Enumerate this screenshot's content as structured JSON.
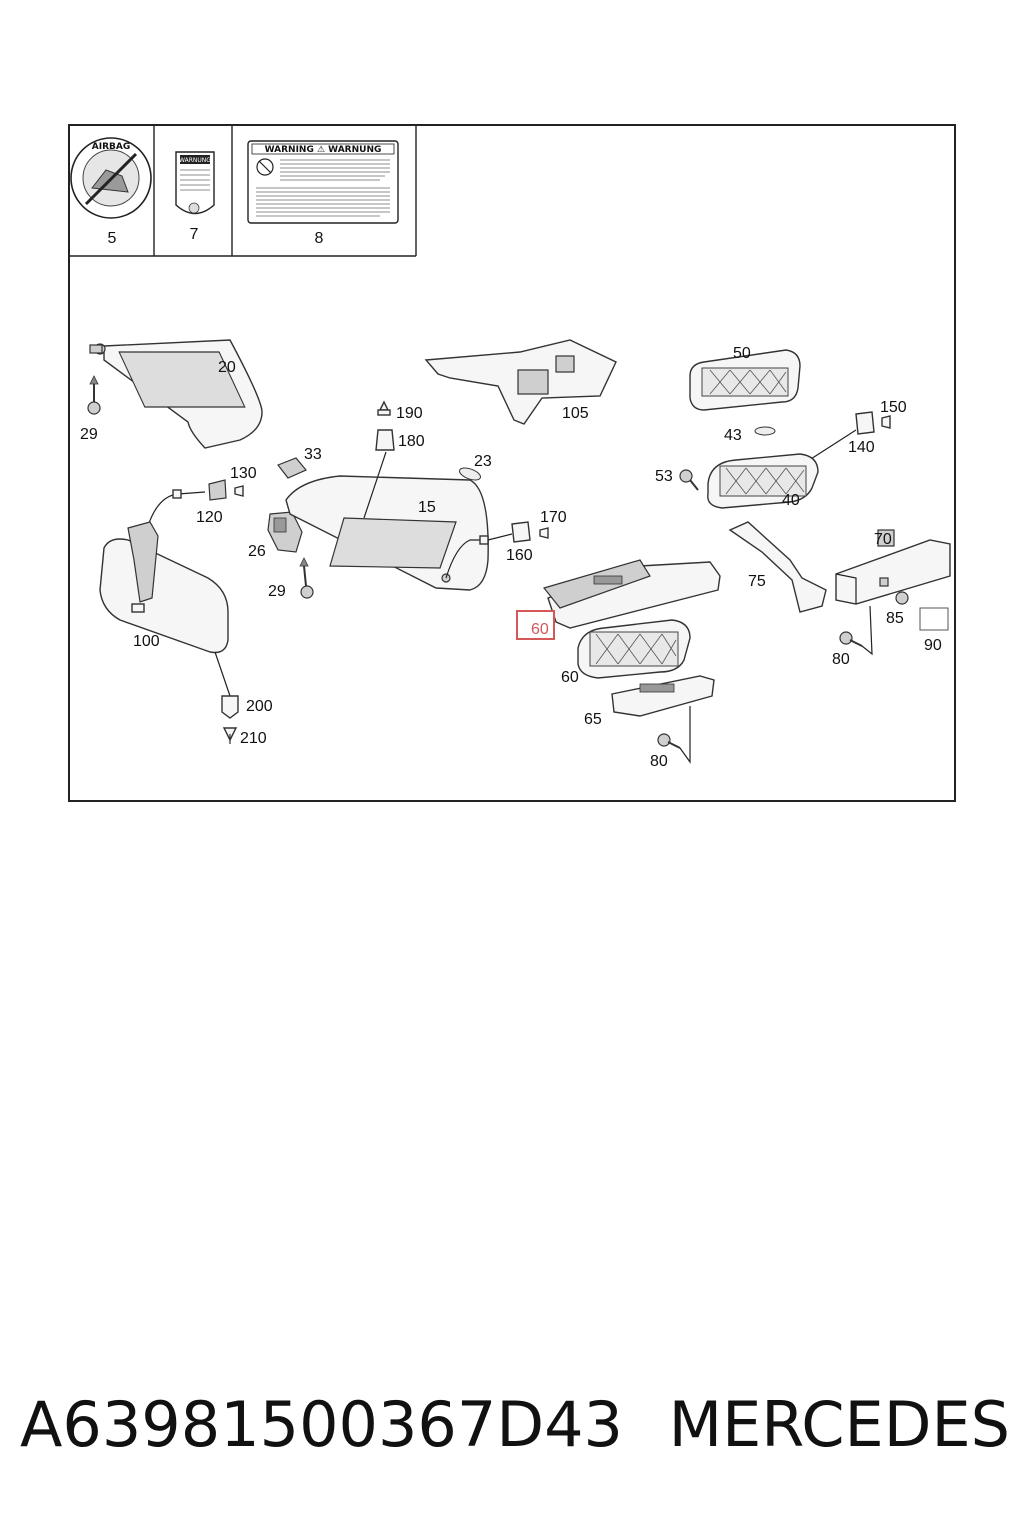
{
  "legend": {
    "cells": [
      {
        "id": "5",
        "label": "5",
        "icon": "airbag-sticker-icon",
        "text": "AIRBAG"
      },
      {
        "id": "7",
        "label": "7",
        "icon": "warning-small-sticker-icon",
        "text": "WARNUNG"
      },
      {
        "id": "8",
        "label": "8",
        "icon": "warning-large-sticker-icon",
        "text": "WARNING ⚠ WARNUNG"
      }
    ]
  },
  "callouts": {
    "c20": "20",
    "c29a": "29",
    "c33": "33",
    "c130": "130",
    "c120": "120",
    "c26": "26",
    "c29b": "29",
    "c100": "100",
    "c200": "200",
    "c210": "210",
    "c190": "190",
    "c180": "180",
    "c15": "15",
    "c23": "23",
    "c105": "105",
    "c170": "170",
    "c160": "160",
    "c50": "50",
    "c43": "43",
    "c150": "150",
    "c140": "140",
    "c53": "53",
    "c40": "40",
    "c70": "70",
    "c75": "75",
    "c85": "85",
    "c90": "90",
    "c80a": "80",
    "c60a": "60",
    "c60b": "60",
    "c65": "65",
    "c80b": "80"
  },
  "highlight": {
    "part": "60",
    "color": "#d45858"
  },
  "footer": {
    "part_number": "A63981500367D43",
    "brand": "MERCEDES"
  }
}
